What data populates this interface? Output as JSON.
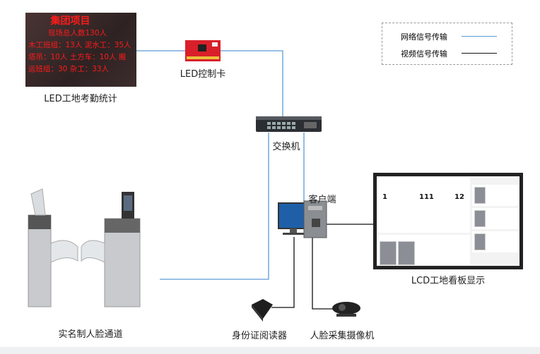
{
  "led_board": {
    "title": "集团项目",
    "lines": [
      "现场总人数130人",
      "木工班组：13人 泥水工：35人",
      "塔吊：10人  土方车：10人 搬",
      "运班组：30 杂工：33人"
    ],
    "label": "LED工地考勤统计"
  },
  "led_card": {
    "label": "LED控制卡"
  },
  "switch": {
    "label": "交换机"
  },
  "client": {
    "label": "客户端"
  },
  "lcd": {
    "label": "LCD工地看板显示",
    "stats": [
      "1",
      "111",
      "12"
    ]
  },
  "turnstile": {
    "label": "实名制人脸通道"
  },
  "id_reader": {
    "label": "身份证阅读器"
  },
  "camera": {
    "label": "人脸采集摄像机"
  },
  "legend": {
    "items": [
      {
        "label": "网络信号传输",
        "color": "#5b9bd5"
      },
      {
        "label": "视频信号传输",
        "color": "#111111"
      }
    ]
  },
  "colors": {
    "network": "#5b9bd5",
    "video": "#111111",
    "led_text": "#ff1a1a"
  }
}
